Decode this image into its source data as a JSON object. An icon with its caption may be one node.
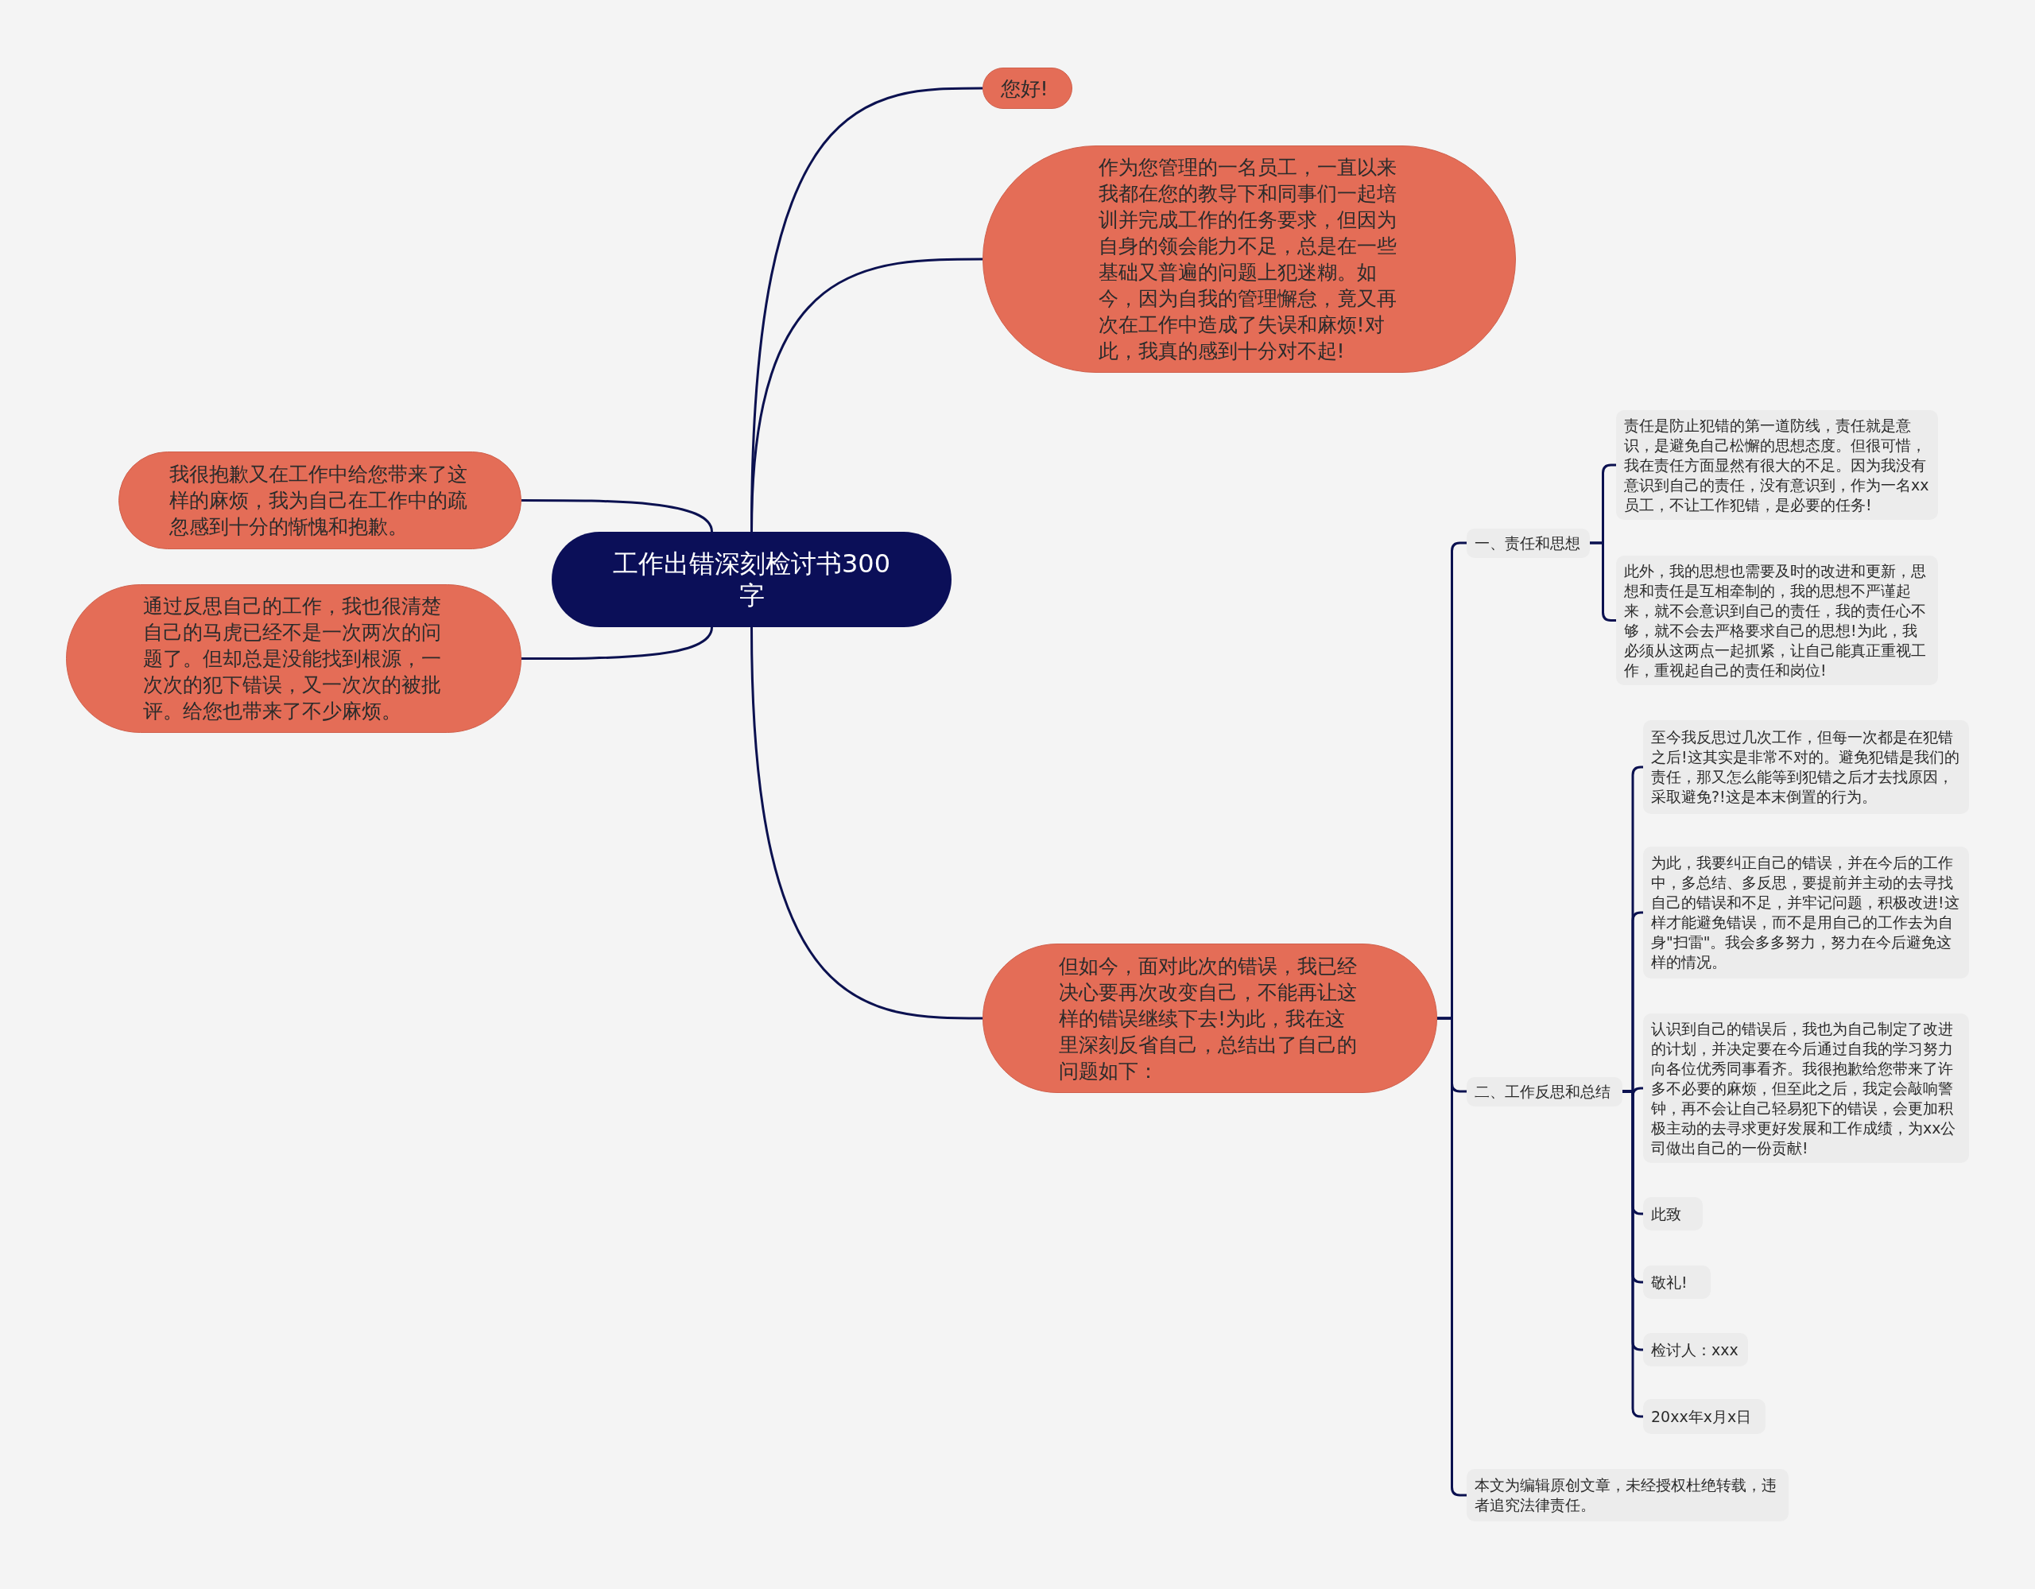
{
  "diagram": {
    "nodes": [
      {
        "text": [
          "工作出错深刻检讨书300字"
        ]
      },
      {
        "text": [
          "您好!"
        ]
      },
      {
        "text": [
          "作为您管理的一名员工，一直以来我都在您的教导下和同事们一起培训并完成工作的任务要求，但因为自身的领会能力不足，总是在一些基础又普遍的问题上犯迷糊。如今，因为自我的管理懈怠，竟又再次在工作中造成了失误和麻烦!对此，我真的感到十分对不起!"
        ]
      },
      {
        "text": [
          "我很抱歉又在工作中给您带来了这样的麻烦，我为自己在工作中的疏忽感到十分的惭愧和抱歉。"
        ]
      },
      {
        "text": [
          "通过反思自己的工作，我也很清楚自己的马虎已经不是一次两次的问题了。但却总是没能找到根源，一次次的犯下错误，又一次次的被批评。给您也带来了不少麻烦。"
        ]
      },
      {
        "text": [
          "但如今，面对此次的错误，我已经决心要再次改变自己，不能再让这样的错误继续下去!为此，我在这里深刻反省自己，总结出了自己的问题如下："
        ]
      },
      {
        "text": [
          "一、责任和思想"
        ]
      },
      {
        "text": [
          "责任是防止犯错的第一道防线，责任就是意识，是避免自己松懈的思想态度。但很可惜，我在责任方面显然有很大的不足。因为我没有意识到自己的责任，没有意识到，作为一名xx员工，不让工作犯错，是必要的任务!"
        ]
      },
      {
        "text": [
          "此外，我的思想也需要及时的改进和更新，思想和责任是互相牵制的，我的思想不严谨起来，就不会意识到自己的责任，我的责任心不够，就不会去严格要求自己的思想!为此，我必须从这两点一起抓紧，让自己能真正重视工作，重视起自己的责任和岗位!"
        ]
      },
      {
        "text": [
          "二、工作反思和总结"
        ]
      },
      {
        "text": [
          "至今我反思过几次工作，但每一次都是在犯错之后!这其实是非常不对的。避免犯错是我们的责任，那又怎么能等到犯错之后才去找原因，采取避免?!这是本末倒置的行为。"
        ]
      },
      {
        "text": [
          "为此，我要纠正自己的错误，并在今后的工作中，多总结、多反思，要提前并主动的去寻找自己的错误和不足，并牢记问题，积极改进!这样才能避免错误，而不是用自己的工作去为自身\"扫雷\"。我会多多努力，努力在今后避免这样的情况。"
        ]
      },
      {
        "text": [
          "认识到自己的错误后，我也为自己制定了改进的计划，并决定要在今后通过自我的学习努力向各位优秀同事看齐。我很抱歉给您带来了许多不必要的麻烦，但至此之后，我定会敲响警钟，再不会让自己轻易犯下的错误，会更加积极主动的去寻求更好发展和工作成绩，为xx公司做出自己的一份贡献!"
        ]
      },
      {
        "text": [
          "此致"
        ]
      },
      {
        "text": [
          "敬礼!"
        ]
      },
      {
        "text": [
          "检讨人：xxx"
        ]
      },
      {
        "text": [
          "20xx年x月x日"
        ]
      },
      {
        "text": [
          "本文为编辑原创文章，未经授权杜绝转载，违者追究法律责任。"
        ]
      }
    ],
    "edges": [
      {
        "from": 0,
        "to": 1,
        "arrow": "none"
      },
      {
        "from": 0,
        "to": 2,
        "arrow": "none"
      },
      {
        "from": 0,
        "to": 3,
        "arrow": "none"
      },
      {
        "from": 0,
        "to": 4,
        "arrow": "none"
      },
      {
        "from": 0,
        "to": 5,
        "arrow": "none"
      },
      {
        "from": 5,
        "to": 6,
        "arrow": "none"
      },
      {
        "from": 6,
        "to": 7,
        "arrow": "none"
      },
      {
        "from": 6,
        "to": 8,
        "arrow": "none"
      },
      {
        "from": 5,
        "to": 9,
        "arrow": "none"
      },
      {
        "from": 9,
        "to": 10,
        "arrow": "none"
      },
      {
        "from": 9,
        "to": 11,
        "arrow": "none"
      },
      {
        "from": 9,
        "to": 12,
        "arrow": "none"
      },
      {
        "from": 9,
        "to": 13,
        "arrow": "none"
      },
      {
        "from": 9,
        "to": 14,
        "arrow": "none"
      },
      {
        "from": 9,
        "to": 15,
        "arrow": "none"
      },
      {
        "from": 9,
        "to": 16,
        "arrow": "none"
      },
      {
        "from": 5,
        "to": 17,
        "arrow": "none"
      }
    ]
  }
}
